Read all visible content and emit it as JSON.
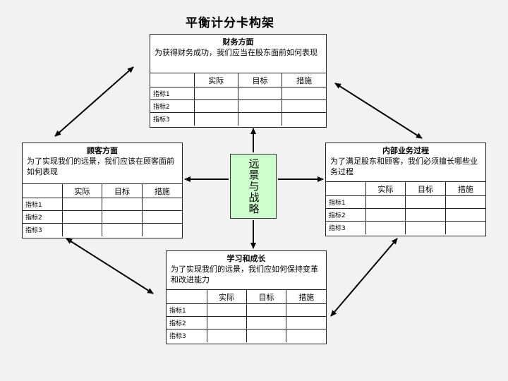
{
  "title": "平衡计分卡构架",
  "center": "远景与战略",
  "table_headers": [
    "实际",
    "目标",
    "措施"
  ],
  "boxes": {
    "finance": {
      "title": "财务方面",
      "desc": "为获得财务成功，我们应当在股东面前如何表现",
      "rows": [
        "指标1",
        "指标2",
        "指标3"
      ]
    },
    "customer": {
      "title": "顾客方面",
      "desc": "为了实现我们的远景，我们应该在顾客面前如何表现",
      "rows": [
        "指标1",
        "指标2",
        "指标3"
      ]
    },
    "internal": {
      "title": "内部业务过程",
      "desc": "为了满足股东和顾客，我们必须擅长哪些业务过程",
      "rows": [
        "指标1",
        "指标2",
        "指标3"
      ]
    },
    "learning": {
      "title": "学习和成长",
      "desc": "为了实现我们的远景，我们应如何保持变革和改进能力",
      "rows": [
        "指标1",
        "指标2",
        "指标3"
      ]
    }
  }
}
